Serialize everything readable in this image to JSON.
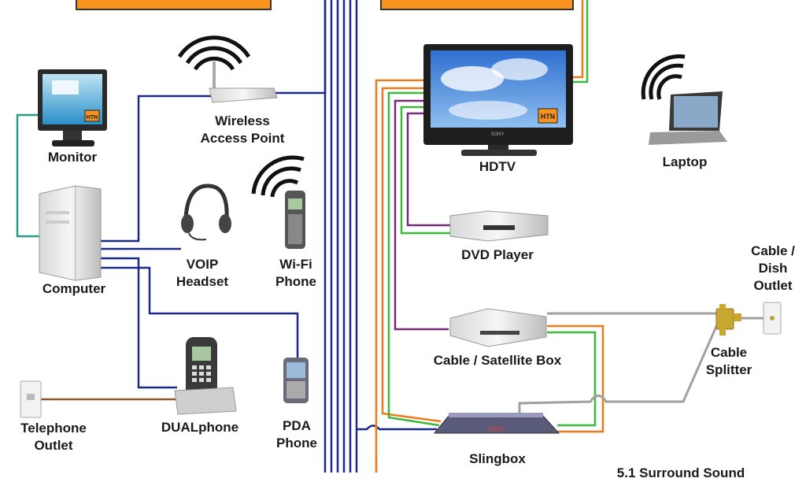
{
  "labels": {
    "monitor": "Monitor",
    "wireless_ap": [
      "Wireless",
      "Access Point"
    ],
    "computer": "Computer",
    "voip": [
      "VOIP",
      "Headset"
    ],
    "wifi_phone": [
      "Wi-Fi",
      "Phone"
    ],
    "hdtv": "HDTV",
    "laptop": "Laptop",
    "dvd": "DVD Player",
    "cable_outlet": [
      "Cable /",
      "Dish",
      "Outlet"
    ],
    "cable_box": "Cable / Satellite Box",
    "cable_splitter": [
      "Cable",
      "Splitter"
    ],
    "telephone_outlet": [
      "Telephone",
      "Outlet"
    ],
    "dualphone": "DUALphone",
    "pda": [
      "PDA",
      "Phone"
    ],
    "slingbox": "Slingbox",
    "surround": "5.1 Surround Sound"
  },
  "logos": {
    "htn": "HTN",
    "sling": "sling",
    "sony": "SONY"
  },
  "colors": {
    "blue_cable": "#1b2a8a",
    "teal_cable": "#2a9a8a",
    "orange_cable": "#f07a1a",
    "green_cable": "#3cb83c",
    "purple_cable": "#7a2a7a",
    "gray_cable": "#a0a0a0",
    "brown_cable": "#8a5a2a",
    "header_orange": "#f7931e"
  }
}
